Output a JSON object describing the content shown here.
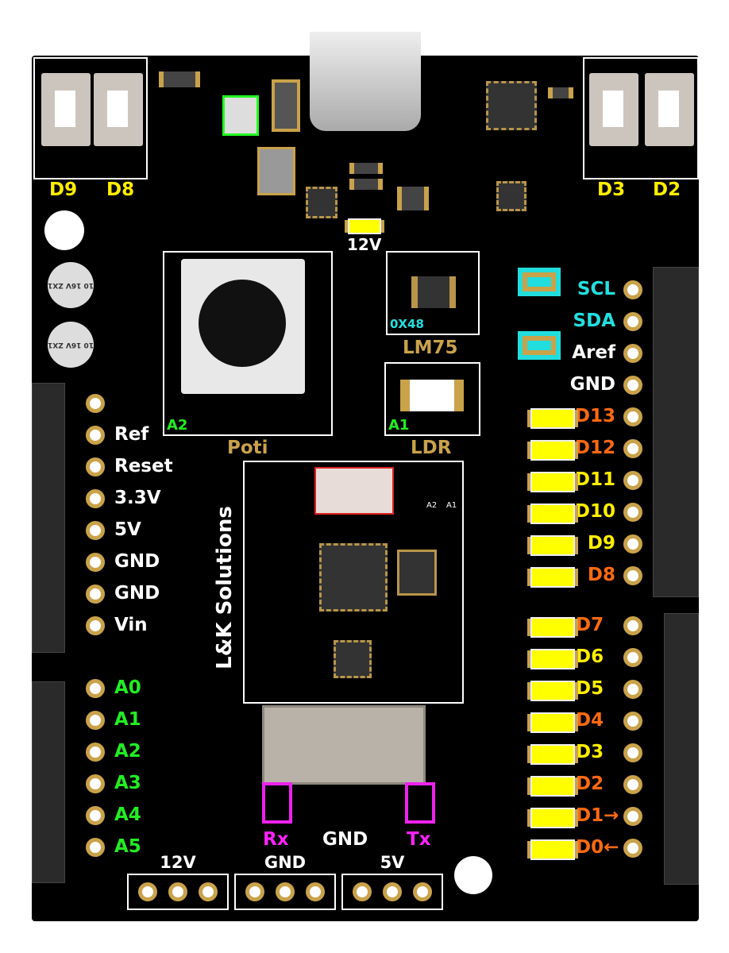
{
  "colors": {
    "board": "#000000",
    "gold": "#c9a24a",
    "yellow": "#ffee00",
    "orange": "#ff6a10",
    "green": "#22ee22",
    "cyan": "#22e0e0",
    "white": "#ffffff",
    "magenta": "#ff22ff"
  },
  "top": {
    "button_left_labels": [
      "D9",
      "D8"
    ],
    "button_right_labels": [
      "D3",
      "D2"
    ],
    "led_label": "12V"
  },
  "modules": {
    "poti_tag": "A2",
    "poti_name": "Poti",
    "lm75_addr": "0X48",
    "lm75_name": "LM75",
    "ldr_tag": "A1",
    "ldr_name": "LDR",
    "brand": "L&K Solutions",
    "module_tags": [
      "A2",
      "A1"
    ],
    "capacitor_text": "10 16V ZX1"
  },
  "left_pins": [
    {
      "label": "",
      "color": "white"
    },
    {
      "label": "Ref",
      "color": "white"
    },
    {
      "label": "Reset",
      "color": "white"
    },
    {
      "label": "3.3V",
      "color": "white"
    },
    {
      "label": "5V",
      "color": "white"
    },
    {
      "label": "GND",
      "color": "white"
    },
    {
      "label": "GND",
      "color": "white"
    },
    {
      "label": "Vin",
      "color": "white"
    }
  ],
  "analog_pins": [
    "A0",
    "A1",
    "A2",
    "A3",
    "A4",
    "A5"
  ],
  "right_pins_top": [
    {
      "label": "SCL",
      "color": "cyan",
      "led": false
    },
    {
      "label": "SDA",
      "color": "cyan",
      "led": false
    },
    {
      "label": "Aref",
      "color": "white",
      "led": false
    },
    {
      "label": "GND",
      "color": "white",
      "led": false
    },
    {
      "label": "D13",
      "color": "orange",
      "led": true
    },
    {
      "label": "D12",
      "color": "orange",
      "led": true
    },
    {
      "label": "D11",
      "color": "yellow",
      "led": true
    },
    {
      "label": "D10",
      "color": "yellow",
      "led": true
    },
    {
      "label": "D9",
      "color": "yellow",
      "led": true
    },
    {
      "label": "D8",
      "color": "orange",
      "led": true
    }
  ],
  "right_pins_bottom": [
    {
      "label": "D7",
      "color": "orange"
    },
    {
      "label": "D6",
      "color": "yellow"
    },
    {
      "label": "D5",
      "color": "yellow"
    },
    {
      "label": "D4",
      "color": "orange"
    },
    {
      "label": "D3",
      "color": "yellow"
    },
    {
      "label": "D2",
      "color": "orange"
    },
    {
      "label": "D1→",
      "color": "orange"
    },
    {
      "label": "D0←",
      "color": "orange"
    }
  ],
  "connector": {
    "rx": "Rx",
    "gnd": "GND",
    "tx": "Tx"
  },
  "power_headers": [
    "12V",
    "GND",
    "5V"
  ]
}
